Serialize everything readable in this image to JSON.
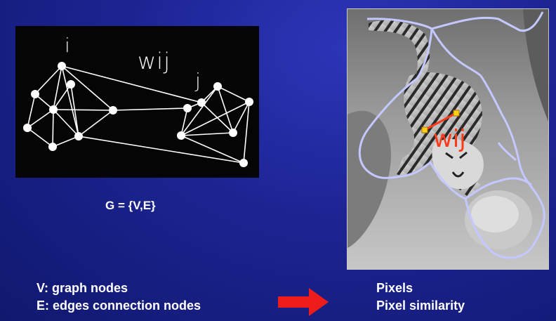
{
  "graph": {
    "node_i_label": "i",
    "node_j_label": "j",
    "weight_label": "wij",
    "formula": "G = {V,E}"
  },
  "photo": {
    "weight_label": "wij",
    "subject_icon": "tiger-photo",
    "colors": {
      "segment_outline": "#c4c8ff",
      "weight_edge": "#ff3a1a",
      "node_marker": "#ffd21a"
    }
  },
  "legend": {
    "left": [
      "V: graph nodes",
      "E: edges connection nodes"
    ],
    "right": [
      "Pixels",
      "Pixel similarity"
    ],
    "arrow_icon": "right-arrow-icon",
    "arrow_color": "#ef1c1c"
  }
}
